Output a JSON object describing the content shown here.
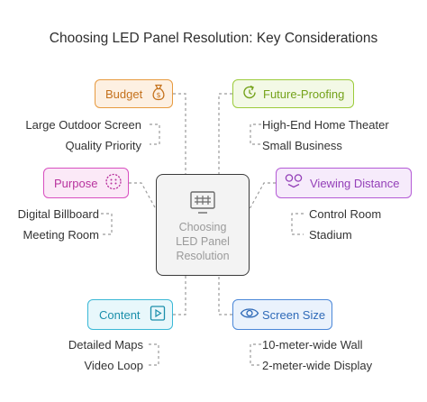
{
  "title": "Choosing LED Panel Resolution: Key Considerations",
  "center": {
    "icon": "grid-monitor-icon",
    "lines": [
      "Choosing",
      "LED Panel",
      "Resolution"
    ]
  },
  "nodes": {
    "budget": {
      "label": "Budget",
      "icon": "money-bag-icon",
      "border": "#e79a3f",
      "fill": "#fdf0e2",
      "items": [
        "Large Outdoor Screen",
        "Quality Priority"
      ]
    },
    "future": {
      "label": "Future-Proofing",
      "icon": "refresh-clock-icon",
      "border": "#9ccb3b",
      "fill": "#f3f9e6",
      "items": [
        "High-End Home Theater",
        "Small Business"
      ]
    },
    "purpose": {
      "label": "Purpose",
      "icon": "target-icon",
      "border": "#d84fc0",
      "fill": "#fbe9f7",
      "items": [
        "Digital Billboard",
        "Meeting Room"
      ]
    },
    "viewing": {
      "label": "Viewing Distance",
      "icon": "binoculars-icon",
      "border": "#b45ad6",
      "fill": "#f6ebfb",
      "items": [
        "Control Room",
        "Stadium"
      ]
    },
    "content": {
      "label": "Content",
      "icon": "video-icon",
      "border": "#3ab8d6",
      "fill": "#e8f7fb",
      "items": [
        "Detailed Maps",
        "Video Loop"
      ]
    },
    "screen": {
      "label": "Screen Size",
      "icon": "eye-icon",
      "border": "#4a87d8",
      "fill": "#eaf2fc",
      "items": [
        "10-meter-wide Wall",
        "2-meter-wide Display"
      ]
    }
  }
}
